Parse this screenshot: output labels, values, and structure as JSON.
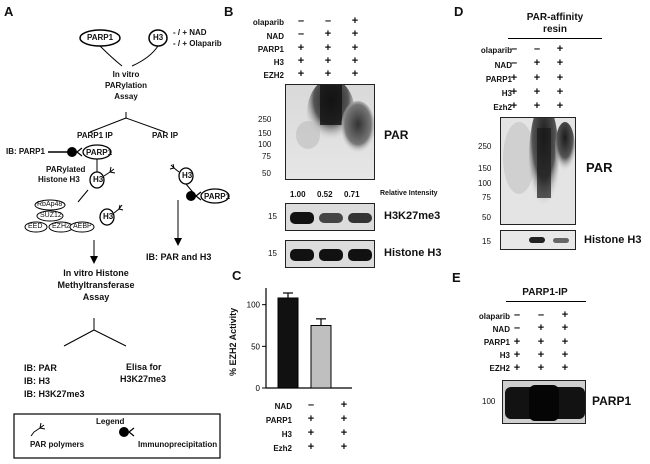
{
  "panels": {
    "A": "A",
    "B": "B",
    "C": "C",
    "D": "D",
    "E": "E"
  },
  "a": {
    "parp1": "PARP1",
    "h3": "H3",
    "nad": "- / +  NAD",
    "olap": "- / +  Olaparib",
    "assay1": "In vitro",
    "assay2": "PARylation",
    "assay3": "Assay",
    "parp1ip": "PARP1 IP",
    "parip": "PAR IP",
    "ib_parp1": "IB: PARP1",
    "parylated1": "PARylated",
    "parylated2": "Histone H3",
    "rbap": "RbAp48",
    "suz": "SUZ12",
    "eed": "EED",
    "ezh2": "EZH2",
    "aebp": "AEBP",
    "ib_par_h3": "IB: PAR and H3",
    "hmt1": "In vitro Histone",
    "hmt2": "Methyltransferase",
    "hmt3": "Assay",
    "ib1": "IB: PAR",
    "ib2": "IB: H3",
    "ib3": "IB: H3K27me3",
    "elisa1": "Elisa for",
    "elisa2": "H3K27me3",
    "legend": "Legend",
    "leg_par": "PAR polymers",
    "leg_ip": "Immunoprecipitation"
  },
  "b": {
    "rows": [
      "olaparib",
      "NAD",
      "PARP1",
      "H3",
      "EZH2"
    ],
    "signs": [
      [
        "–",
        "–",
        "+"
      ],
      [
        "–",
        "+",
        "+"
      ],
      [
        "+",
        "+",
        "+"
      ],
      [
        "+",
        "+",
        "+"
      ],
      [
        "+",
        "+",
        "+"
      ]
    ],
    "mw": [
      "250",
      "150",
      "100",
      "75",
      "50"
    ],
    "par": "PAR",
    "ri_vals": [
      "1.00",
      "0.52",
      "0.71"
    ],
    "ri_label": "Relative Intensity",
    "mw15a": "15",
    "h3k": "H3K27me3",
    "mw15b": "15",
    "histone": "Histone H3"
  },
  "c": {
    "ylabel": "% EZH2 Activity",
    "yticks": [
      "0",
      "50",
      "100"
    ],
    "rows": [
      "NAD",
      "PARP1",
      "H3",
      "Ezh2"
    ],
    "signs": [
      [
        "–",
        "+"
      ],
      [
        "+",
        "+"
      ],
      [
        "+",
        "+"
      ],
      [
        "+",
        "+"
      ]
    ]
  },
  "d": {
    "title1": "PAR-affinity",
    "title2": "resin",
    "rows": [
      "olaparib",
      "NAD",
      "PARP1",
      "H3",
      "Ezh2"
    ],
    "signs": [
      [
        "–",
        "–",
        "+"
      ],
      [
        "–",
        "+",
        "+"
      ],
      [
        "+",
        "+",
        "+"
      ],
      [
        "+",
        "+",
        "+"
      ],
      [
        "+",
        "+",
        "+"
      ]
    ],
    "mw": [
      "250",
      "150",
      "100",
      "75",
      "50"
    ],
    "par": "PAR",
    "mw15": "15",
    "histone": "Histone H3"
  },
  "e": {
    "title": "PARP1-IP",
    "rows": [
      "olaparib",
      "NAD",
      "PARP1",
      "H3",
      "EZH2"
    ],
    "signs": [
      [
        "–",
        "–",
        "+"
      ],
      [
        "–",
        "+",
        "+"
      ],
      [
        "+",
        "+",
        "+"
      ],
      [
        "+",
        "+",
        "+"
      ],
      [
        "+",
        "+",
        "+"
      ]
    ],
    "mw100": "100",
    "parp1": "PARP1"
  },
  "chart_data": {
    "type": "bar",
    "categories": [
      "– NAD",
      "+ NAD"
    ],
    "values": [
      108,
      75
    ],
    "errors": [
      6,
      8
    ],
    "ylabel": "% EZH2 Activity",
    "ylim": [
      0,
      120
    ],
    "colors": [
      "#111111",
      "#bfbfbf"
    ]
  }
}
